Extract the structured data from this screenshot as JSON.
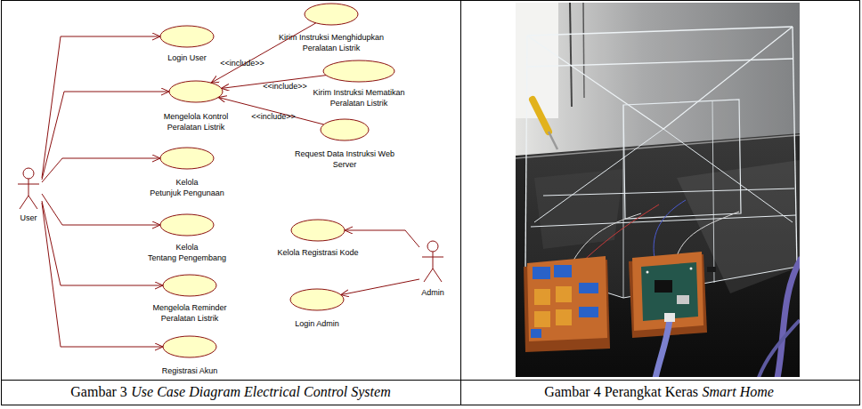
{
  "diagram": {
    "nodes": [
      {
        "text": [
          "User"
        ]
      },
      {
        "text": [
          "Login User"
        ]
      },
      {
        "text": [
          "Mengelola Kontrol Peralatan Listrik"
        ]
      },
      {
        "text": [
          "Kelola Petunjuk Pengunaan"
        ]
      },
      {
        "text": [
          "Kelola Tentang Pengembang"
        ]
      },
      {
        "text": [
          "Mengelola Reminder Peralatan Listrik"
        ]
      },
      {
        "text": [
          "Registrasi Akun"
        ]
      },
      {
        "text": [
          "Kirim Instruksi Menghidupkan Peralatan Listrik"
        ]
      },
      {
        "text": [
          "Kirim Instruksi Mematikan Peralatan Listrik"
        ]
      },
      {
        "text": [
          "Request Data Instruksi Web Server"
        ]
      },
      {
        "text": [
          "Kelola Registrasi Kode"
        ]
      },
      {
        "text": [
          "Login Admin"
        ]
      },
      {
        "text": [
          "Admin"
        ]
      }
    ],
    "edges": [
      {
        "from": 0,
        "to": 1,
        "arrow": "to"
      },
      {
        "from": 0,
        "to": 2,
        "arrow": "to"
      },
      {
        "from": 0,
        "to": 3,
        "arrow": "to"
      },
      {
        "from": 0,
        "to": 4,
        "arrow": "to"
      },
      {
        "from": 0,
        "to": 5,
        "arrow": "to"
      },
      {
        "from": 0,
        "to": 6,
        "arrow": "to"
      },
      {
        "from": 7,
        "to": 2,
        "arrow": "to",
        "label": "<<include>>"
      },
      {
        "from": 8,
        "to": 2,
        "arrow": "to",
        "label": "<<include>>"
      },
      {
        "from": 9,
        "to": 2,
        "arrow": "to",
        "label": "<<include>>"
      },
      {
        "from": 12,
        "to": 10,
        "arrow": "to"
      },
      {
        "from": 12,
        "to": 11,
        "arrow": "to"
      }
    ],
    "labels": [
      "Gambar 3",
      "Use Case Diagram Electrical Control System",
      "Gambar 4 Perangkat Keras",
      "Smart Home"
    ]
  }
}
